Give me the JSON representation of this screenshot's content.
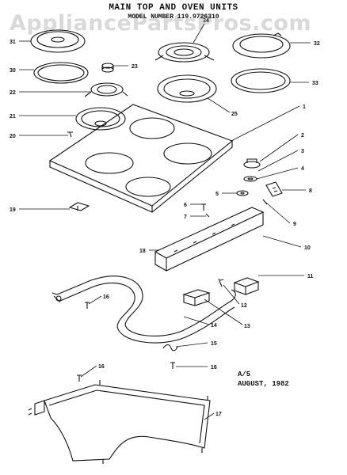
{
  "watermark": "AppliancePartsPros.com",
  "title": "MAIN TOP AND OVEN UNITS",
  "model_line": "MODEL NUMBER 119.9726310",
  "footer": {
    "code": "A/5",
    "date": "AUGUST, 1982"
  },
  "callouts": [
    "31",
    "32",
    "30",
    "33",
    "34",
    "23",
    "22",
    "25",
    "21",
    "1",
    "20",
    "2",
    "3",
    "4",
    "5",
    "8",
    "6",
    "9",
    "7",
    "19",
    "18",
    "10",
    "11",
    "12",
    "13",
    "16",
    "14",
    "15",
    "16",
    "16",
    "17"
  ]
}
